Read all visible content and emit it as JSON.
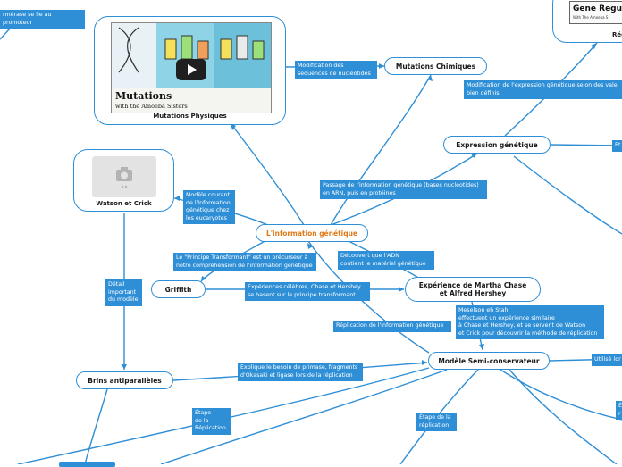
{
  "colors": {
    "line": "#2f8fd6",
    "label_bg": "#2f8fd6",
    "central_text": "#e07a1a"
  },
  "central": "L'information génétique",
  "nodes": {
    "mutations_physiques": "Mutations Physiques",
    "mutations_chimiques": "Mutations Chimiques",
    "expression_genetique": "Expression génétique",
    "watson_crick": "Watson et Crick",
    "griffith": "Griffith",
    "chase_hershey": "Expérience de Martha Chase\net Alfred Hershey",
    "modele_semi": "Modèle Semi-conservateur",
    "brins": "Brins antiparallèles",
    "gene_reg_partial": "Rég"
  },
  "video": {
    "title_line1": "Mutations",
    "title_line2": "with the Amoeba Sisters",
    "play_icon": "play-icon"
  },
  "gene_thumb": {
    "title": "Gene Regul",
    "subtitle": "With The Amoeba S"
  },
  "labels": {
    "promoteur": "rmérase se lie au promoteur",
    "modif_sequences": "Modification des\nséquences de nucléotides",
    "modif_expression": "Modification de l'expression génétique selon des vale\nbien définis",
    "et_partial": "Et",
    "passage": "Passage de l'information génétique (bases nucléotides)\nen ARN, puis en protéines",
    "modele_courant": "Modèle courant\nde l'information\ngénétique chez\nles eucaryotes",
    "principe": "Le \"Principe Transformant\" est un précurseur à\nnotre compréhension de l'information génétique",
    "decouvert": "Découvert que l'ADN\ncontient le matériel génétique",
    "experiences": "Expériences célèbres, Chase et Hershey\nse basent sur le principe transformant.",
    "detail": "Détail\nimportant\ndu modèle",
    "meselson": "Meselson eh Stahl\neffectuent un expérience similaire\nà Chase et Hershey, et se servent de Watson\net Crick pour découvrir la méthode de réplication",
    "replication": "Réplication de l'information génétique",
    "utilise_partial": "Utilisé lor",
    "primase": "Explique le besoin de primase, fragments\nd'Okasaki et ligase lors de la réplication",
    "etape1": "Étape\nde la\nRéplication",
    "etape2": "Étape de la\nréplication",
    "e_partial": "É\nr"
  }
}
